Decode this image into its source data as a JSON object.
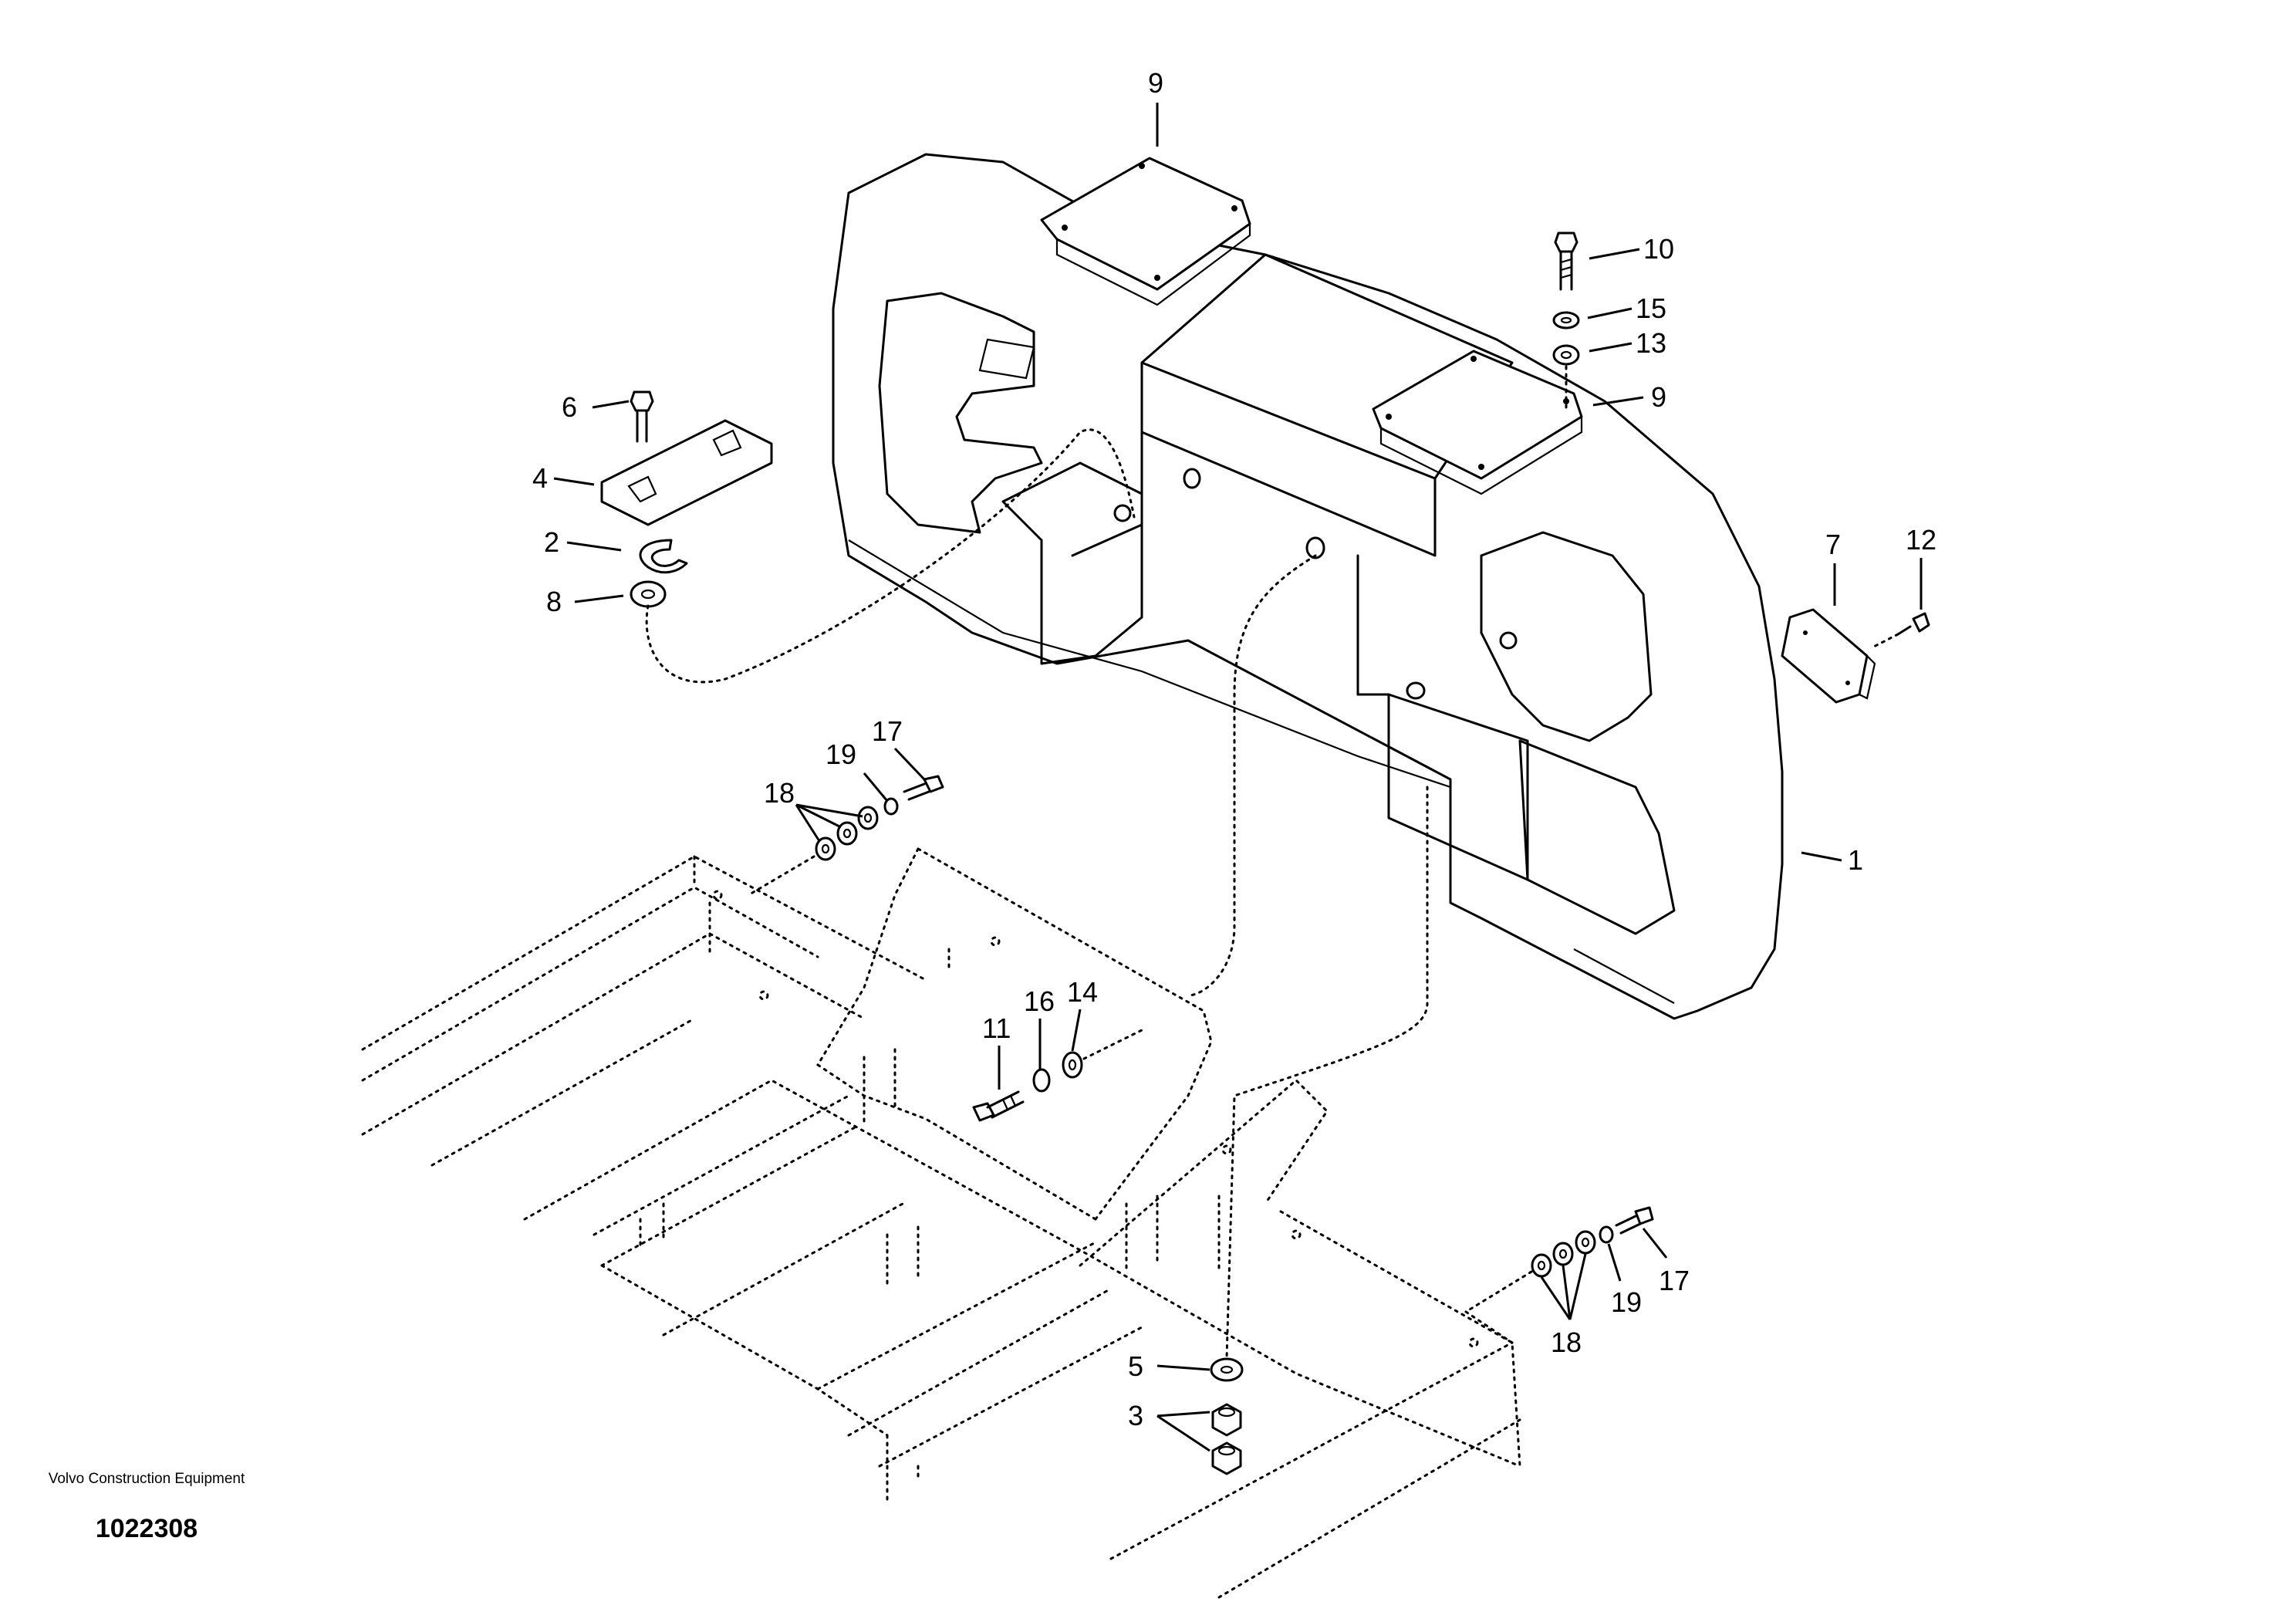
{
  "caption": {
    "company": "Volvo Construction Equipment",
    "document_number": "1022308"
  },
  "callouts": [
    {
      "id": "1",
      "text": "1"
    },
    {
      "id": "2",
      "text": "2"
    },
    {
      "id": "3",
      "text": "3"
    },
    {
      "id": "4",
      "text": "4"
    },
    {
      "id": "5",
      "text": "5"
    },
    {
      "id": "6",
      "text": "6"
    },
    {
      "id": "7",
      "text": "7"
    },
    {
      "id": "8",
      "text": "8"
    },
    {
      "id": "9a",
      "text": "9"
    },
    {
      "id": "9b",
      "text": "9"
    },
    {
      "id": "10",
      "text": "10"
    },
    {
      "id": "11",
      "text": "11"
    },
    {
      "id": "12",
      "text": "12"
    },
    {
      "id": "13",
      "text": "13"
    },
    {
      "id": "14",
      "text": "14"
    },
    {
      "id": "15",
      "text": "15"
    },
    {
      "id": "16",
      "text": "16"
    },
    {
      "id": "17a",
      "text": "17"
    },
    {
      "id": "17b",
      "text": "17"
    },
    {
      "id": "18a",
      "text": "18"
    },
    {
      "id": "18b",
      "text": "18"
    },
    {
      "id": "19a",
      "text": "19"
    },
    {
      "id": "19b",
      "text": "19"
    }
  ]
}
